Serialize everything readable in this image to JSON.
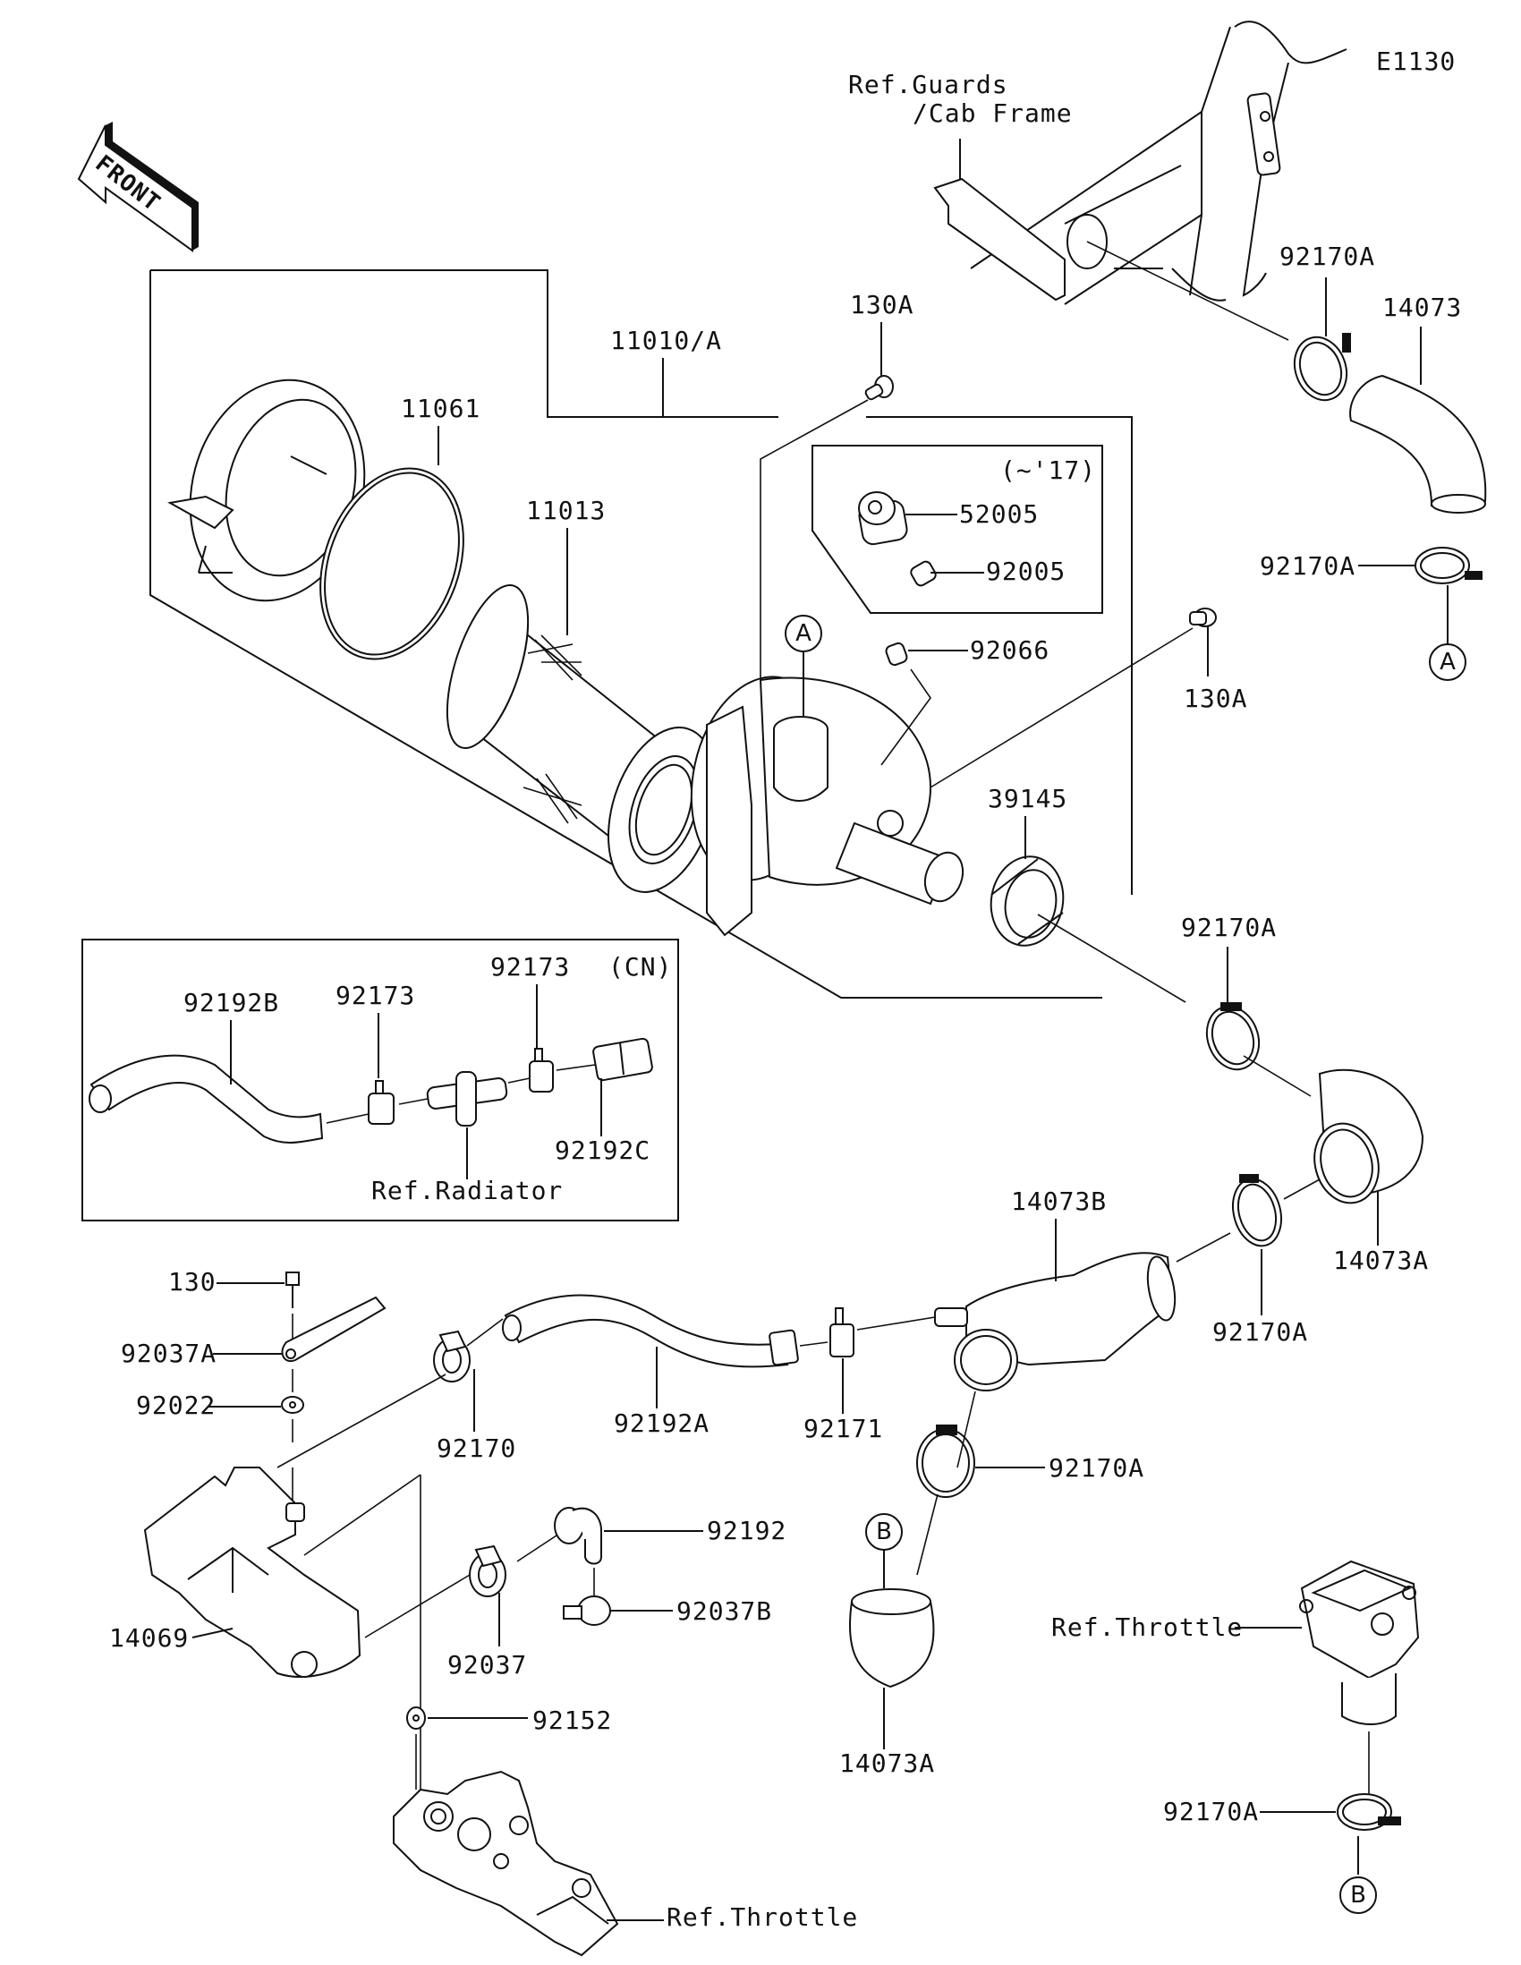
{
  "diagram": {
    "code": "E1130",
    "front_label": "FRONT",
    "colors": {
      "ink": "#111111",
      "paper": "#ffffff"
    },
    "callouts": {
      "ref_guards": "Ref.Guards",
      "ref_cab_frame": "/Cab Frame",
      "p92170A_top": "92170A",
      "p14073": "14073",
      "p92170A_right": "92170A",
      "circle_A_right": "A",
      "p11010A": "11010/A",
      "p130A_top": "130A",
      "p11061": "11061",
      "p11013": "11013",
      "variant_17": "(~'17)",
      "p52005": "52005",
      "p92005": "92005",
      "circle_A_center": "A",
      "p92066": "92066",
      "p130A_right": "130A",
      "p39145": "39145",
      "p92170A_mid": "92170A",
      "cn_variant": "(CN)",
      "p92192B": "92192B",
      "p92173_a": "92173",
      "p92173_b": "92173",
      "p92192C": "92192C",
      "ref_radiator": "Ref.Radiator",
      "p14073B": "14073B",
      "p14073A_right": "14073A",
      "p92170A_lower": "92170A",
      "p130": "130",
      "p92037A": "92037A",
      "p92022": "92022",
      "p92170": "92170",
      "p92192A": "92192A",
      "p92171": "92171",
      "p92170A_bottom": "92170A",
      "p92192": "92192",
      "p92037B": "92037B",
      "circle_B_center": "B",
      "p14069": "14069",
      "p92037": "92037",
      "ref_throttle_right": "Ref.Throttle",
      "p92152": "92152",
      "p14073A_bottom": "14073A",
      "p92170A_br": "92170A",
      "circle_B_right": "B",
      "ref_throttle_bottom": "Ref.Throttle"
    }
  }
}
